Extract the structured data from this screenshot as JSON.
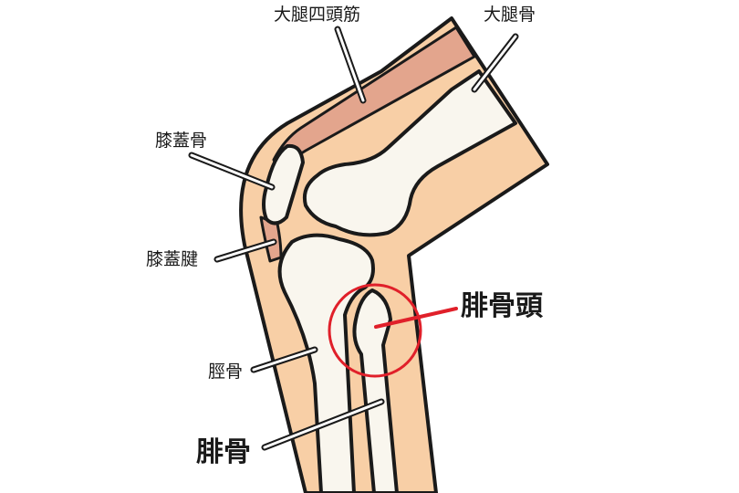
{
  "labels": {
    "quadriceps": "大腿四頭筋",
    "femur": "大腿骨",
    "patella": "膝蓋骨",
    "patellar_tendon": "膝蓋腱",
    "tibia": "脛骨",
    "fibula": "腓骨",
    "fibular_head": "腓骨頭"
  },
  "colors": {
    "skin": "#f8cfa6",
    "muscle": "#e3a58d",
    "bone": "#f9f6ee",
    "outline": "#1a1a1a",
    "highlight": "#e0202a"
  }
}
